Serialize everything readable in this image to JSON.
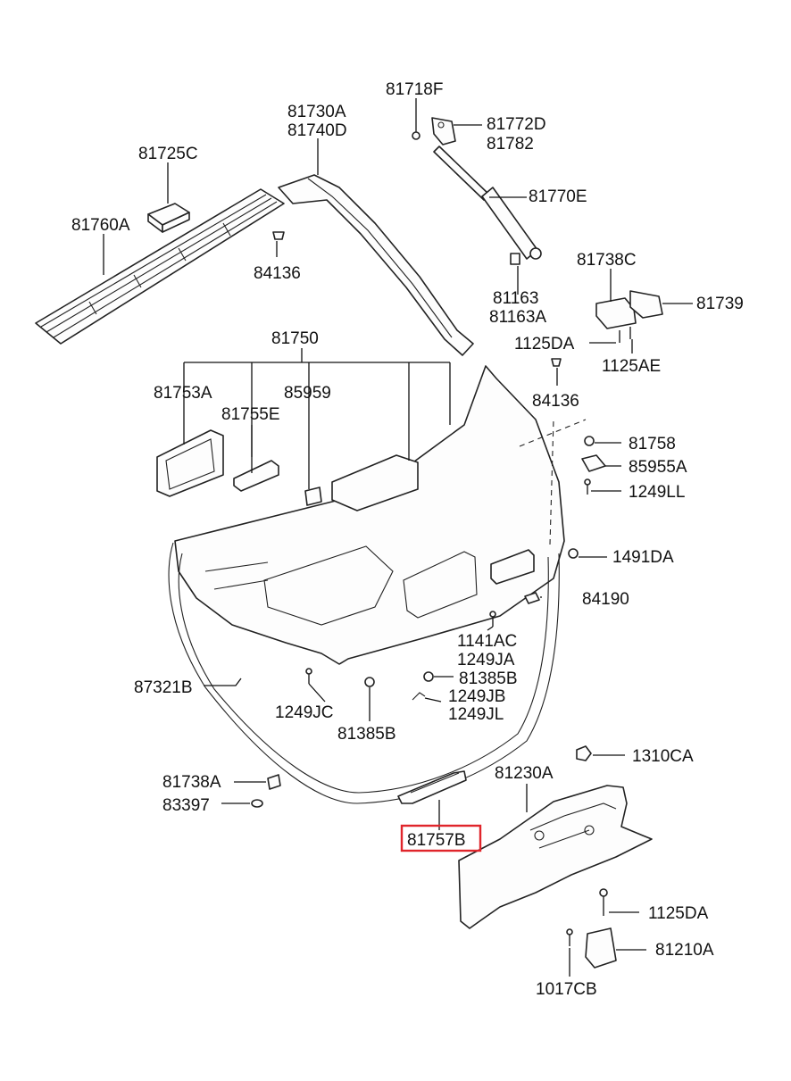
{
  "labels": {
    "l_81718F": "81718F",
    "l_81730A": "81730A",
    "l_81740D": "81740D",
    "l_81772D": "81772D",
    "l_81782": "81782",
    "l_81725C": "81725C",
    "l_81770E": "81770E",
    "l_81760A": "81760A",
    "l_84136_top": "84136",
    "l_81738C": "81738C",
    "l_81739": "81739",
    "l_81163": "81163",
    "l_81163A": "81163A",
    "l_1125DA_top": "1125DA",
    "l_81750": "81750",
    "l_1125AE": "1125AE",
    "l_81753A": "81753A",
    "l_85959": "85959",
    "l_84136_mid": "84136",
    "l_81755E": "81755E",
    "l_81758": "81758",
    "l_85955A": "85955A",
    "l_1249LL": "1249LL",
    "l_1491DA": "1491DA",
    "l_84190": "84190",
    "l_1141AC": "1141AC",
    "l_1249JA": "1249JA",
    "l_81385B_r": "81385B",
    "l_87321B": "87321B",
    "l_1249JB": "1249JB",
    "l_1249JC": "1249JC",
    "l_1249JL": "1249JL",
    "l_81385B_b": "81385B",
    "l_1310CA": "1310CA",
    "l_81230A": "81230A",
    "l_81738A": "81738A",
    "l_83397": "83397",
    "l_81757B": "81757B",
    "l_1125DA_bot": "1125DA",
    "l_81210A": "81210A",
    "l_1017CB": "1017CB"
  },
  "highlighted_part": "81757B",
  "colors": {
    "highlight": "#e0252b",
    "line": "#222222"
  }
}
